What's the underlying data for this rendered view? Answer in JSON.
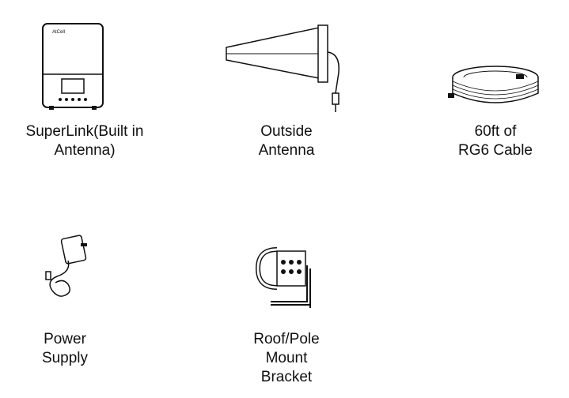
{
  "items": [
    {
      "label_lines": [
        "SuperLink(Built in",
        "Antenna)"
      ],
      "device_brand": "AtCell",
      "icon": "booster-device-icon"
    },
    {
      "label_lines": [
        "Outside",
        "Antenna"
      ],
      "icon": "yagi-antenna-icon"
    },
    {
      "label_lines": [
        "60ft of",
        "RG6 Cable"
      ],
      "icon": "coiled-cable-icon"
    },
    {
      "label_lines": [
        "Power",
        "Supply"
      ],
      "icon": "power-adapter-icon"
    },
    {
      "label_lines": [
        "Roof/Pole",
        "Mount",
        "Bracket"
      ],
      "icon": "mount-bracket-icon"
    }
  ]
}
